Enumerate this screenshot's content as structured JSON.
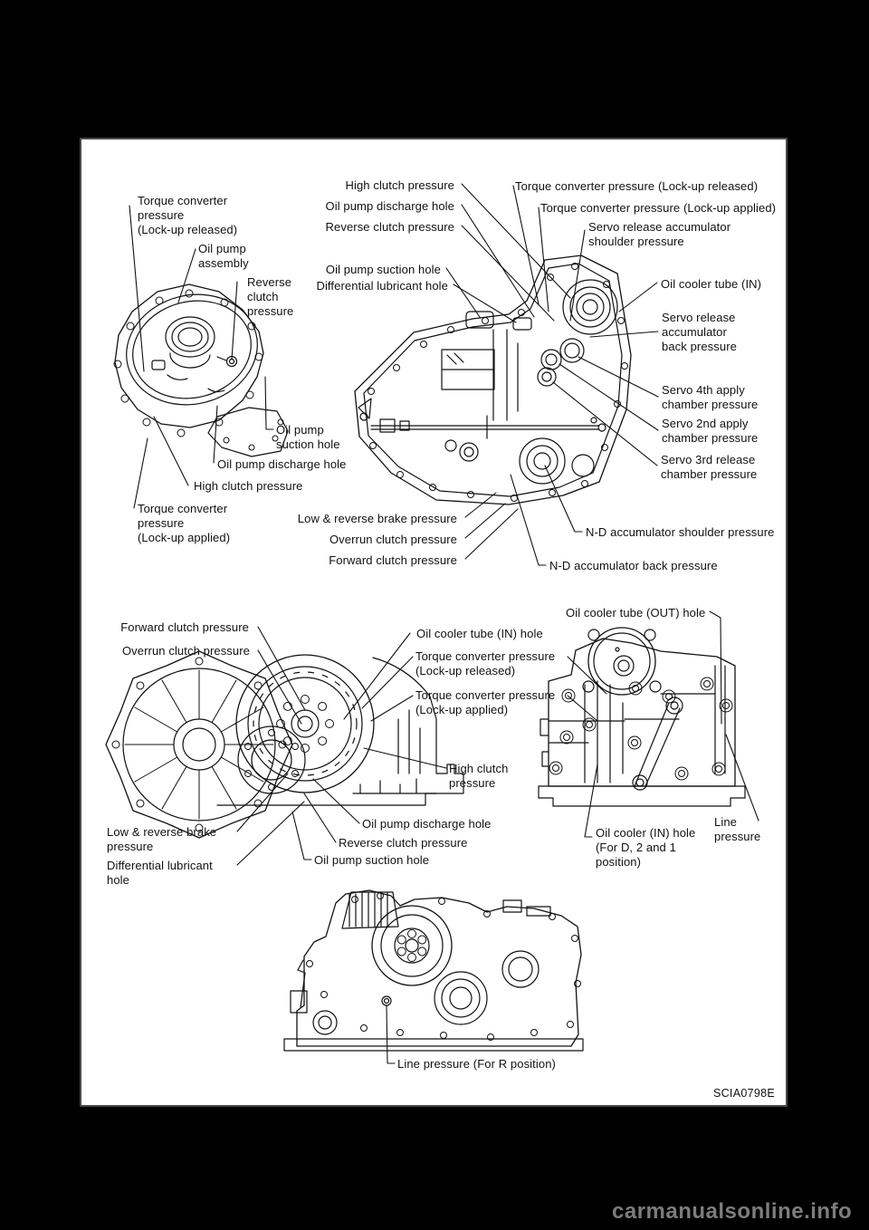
{
  "page": {
    "figure_code": "SCIA0798E",
    "watermark": "carmanualsonline.info",
    "background_color": "#000000",
    "paper_color": "#ffffff",
    "line_color": "#111111",
    "watermark_color": "#7d7d7d"
  },
  "top": {
    "tc_released_left": "Torque converter\npressure\n(Lock-up released)",
    "oil_pump_assembly": "Oil pump\nassembly",
    "reverse_clutch_left": "Reverse\nclutch\npressure",
    "high_clutch_top": "High clutch pressure",
    "discharge_hole_top": "Oil pump discharge hole",
    "reverse_clutch_top": "Reverse clutch pressure",
    "suction_hole_top": "Oil pump suction hole",
    "diff_lubricant_top": "Differential lubricant hole",
    "tc_released_right": "Torque converter pressure (Lock-up released)",
    "tc_applied_right": "Torque converter pressure (Lock-up applied)",
    "servo_release_shoulder": "Servo release accumulator\nshoulder pressure",
    "oil_cooler_in": "Oil cooler tube (IN)",
    "servo_release_back": "Servo release\naccumulator\nback pressure",
    "servo_4th": "Servo 4th apply\nchamber pressure",
    "servo_2nd": "Servo 2nd apply\nchamber pressure",
    "servo_3rd": "Servo 3rd release\nchamber pressure",
    "nd_shoulder": "N-D accumulator shoulder pressure",
    "nd_back": "N-D accumulator back pressure",
    "suction_hole_left": "Oil pump\nsuction hole",
    "discharge_hole_left": "Oil pump discharge hole",
    "high_clutch_left": "High clutch pressure",
    "tc_applied_left": "Torque converter\npressure\n(Lock-up applied)",
    "low_reverse_brake": "Low & reverse brake pressure",
    "overrun_clutch": "Overrun clutch pressure",
    "forward_clutch": "Forward clutch pressure"
  },
  "mid": {
    "forward_clutch": "Forward clutch pressure",
    "overrun_clutch": "Overrun clutch pressure",
    "oil_cooler_in_hole": "Oil cooler tube (IN) hole",
    "tc_released": "Torque converter pressure\n(Lock-up released)",
    "tc_applied": "Torque converter pressure\n(Lock-up applied)",
    "high_clutch": "High clutch\npressure",
    "discharge_hole": "Oil pump discharge hole",
    "reverse_clutch": "Reverse clutch pressure",
    "suction_hole": "Oil pump suction hole",
    "low_reverse_brake": "Low & reverse brake\npressure",
    "diff_lubricant": "Differential lubricant\nhole",
    "oil_cooler_out_hole": "Oil cooler tube (OUT) hole",
    "oil_cooler_in_d21": "Oil cooler (IN) hole\n(For D, 2 and 1\nposition)",
    "line_pressure": "Line\npressure"
  },
  "bottom": {
    "line_pressure_r": "Line pressure (For R position)"
  }
}
